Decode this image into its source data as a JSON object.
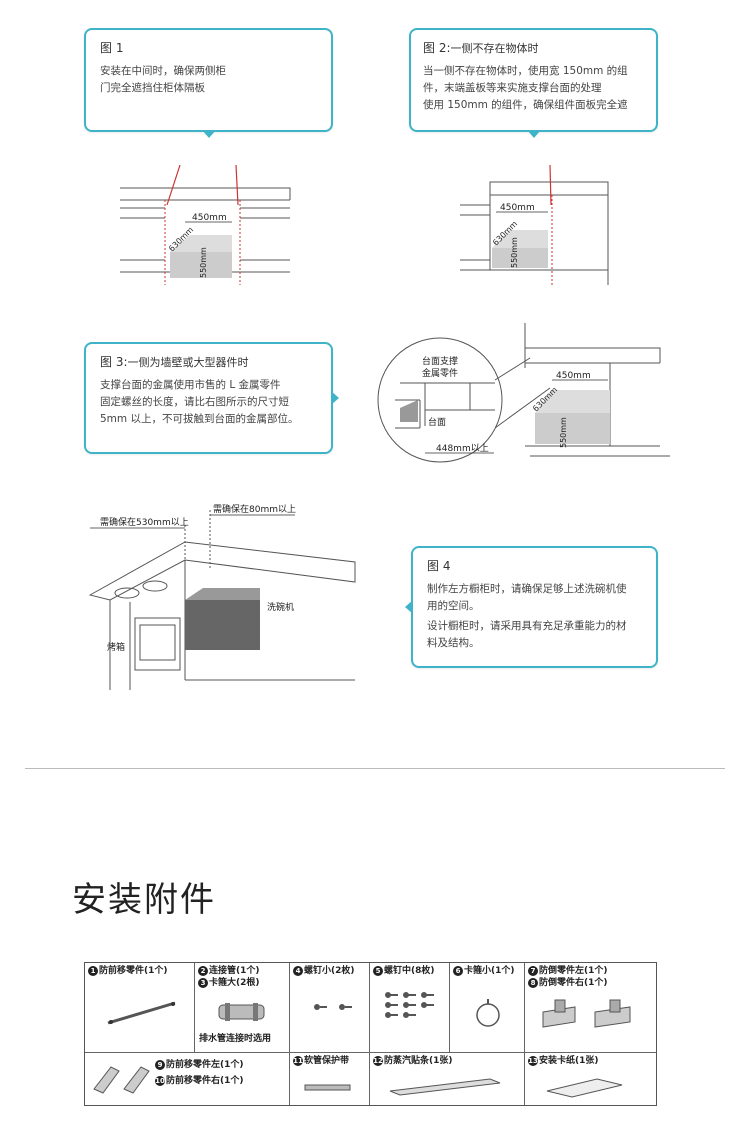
{
  "fig1": {
    "title": "图 1",
    "lines": [
      "安装在中间时，确保两侧柜",
      "门完全遮挡住柜体隔板"
    ]
  },
  "fig2": {
    "title": "图 2:",
    "title_suffix": "一侧不存在物体时",
    "lines": [
      "当一侧不存在物体时，使用宽 150mm 的组",
      "件，末端盖板等来实施支撑台面的处理",
      "使用 150mm 的组件，确保组件面板完全遮"
    ]
  },
  "fig3": {
    "title": "图 3:",
    "title_suffix": "一侧为墙壁或大型器件时",
    "lines": [
      "支撑台面的金属使用市售的 L 金属零件",
      "固定螺丝的长度，请比右图所示的尺寸短",
      "5mm 以上，不可拔触到台面的金属部位。"
    ]
  },
  "fig4": {
    "title": "图 4",
    "lines": [
      "制作左方橱柜时，请确保足够上述洗碗机使",
      "用的空间。",
      "设计橱柜时，请采用具有充足承重能力的材",
      "料及结构。"
    ]
  },
  "dims": {
    "w450": "450mm",
    "d630": "630mm",
    "h550": "550mm",
    "w448": "448mm以上",
    "support": [
      "台面支撑",
      "金属零件"
    ],
    "countertop": "台面",
    "need530": "需确保在530mm以上",
    "need80": "需确保在80mm以上",
    "dishwasher": "洗碗机",
    "oven": "烤箱"
  },
  "accessories": {
    "section_title": "安装附件",
    "items": [
      {
        "num": "1",
        "label": "防前移零件(1个)"
      },
      {
        "num": "2",
        "label": "连接管(1个)"
      },
      {
        "num": "3",
        "label": "卡箍大(2根)"
      },
      {
        "num": "4",
        "label": "螺钉小(2枚)"
      },
      {
        "num": "5",
        "label": "螺钉中(8枚)"
      },
      {
        "num": "6",
        "label": "卡箍小(1个)"
      },
      {
        "num": "7",
        "label": "防倒零件左(1个)"
      },
      {
        "num": "8",
        "label": "防倒零件右(1个)"
      },
      {
        "num": "9",
        "label": "防前移零件左(1个)"
      },
      {
        "num": "10",
        "label": "防前移零件右(1个)"
      },
      {
        "num": "11",
        "label": "软管保护带"
      },
      {
        "num": "12",
        "label": "防蒸汽贴条(1张)"
      },
      {
        "num": "13",
        "label": "安装卡纸(1张)"
      }
    ],
    "drain_note": "排水管连接时选用"
  }
}
